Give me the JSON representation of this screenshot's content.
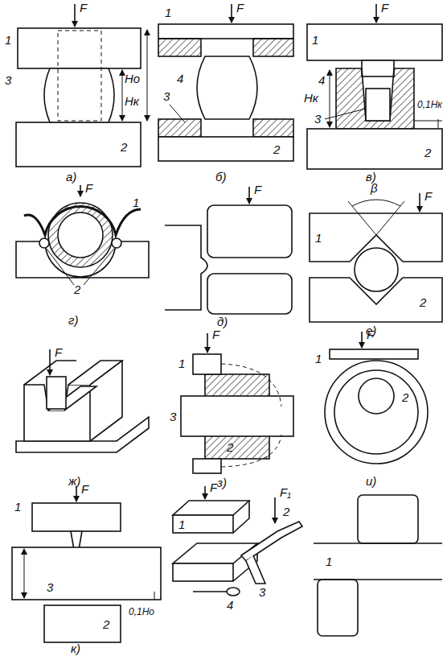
{
  "diagram": {
    "labels": [
      "F",
      "1",
      "3",
      "Hк",
      "Hо",
      "2",
      "а)",
      "F",
      "1",
      "4",
      "3",
      "2",
      "б)",
      "F",
      "1",
      "4",
      "Hк",
      "3",
      "0,1Hк",
      "2",
      "в)",
      "F",
      "1",
      "2",
      "г)",
      "F",
      "д)",
      "β",
      "F",
      "1",
      "2",
      "е)",
      "F",
      "ж)",
      "F",
      "1",
      "3",
      "2",
      "з)",
      "F",
      "1",
      "2",
      "и)",
      "F",
      "1",
      "3",
      "0,1Hо",
      "2",
      "к)",
      "F",
      "F₁",
      "1",
      "2",
      "3",
      "4",
      "1"
    ]
  }
}
